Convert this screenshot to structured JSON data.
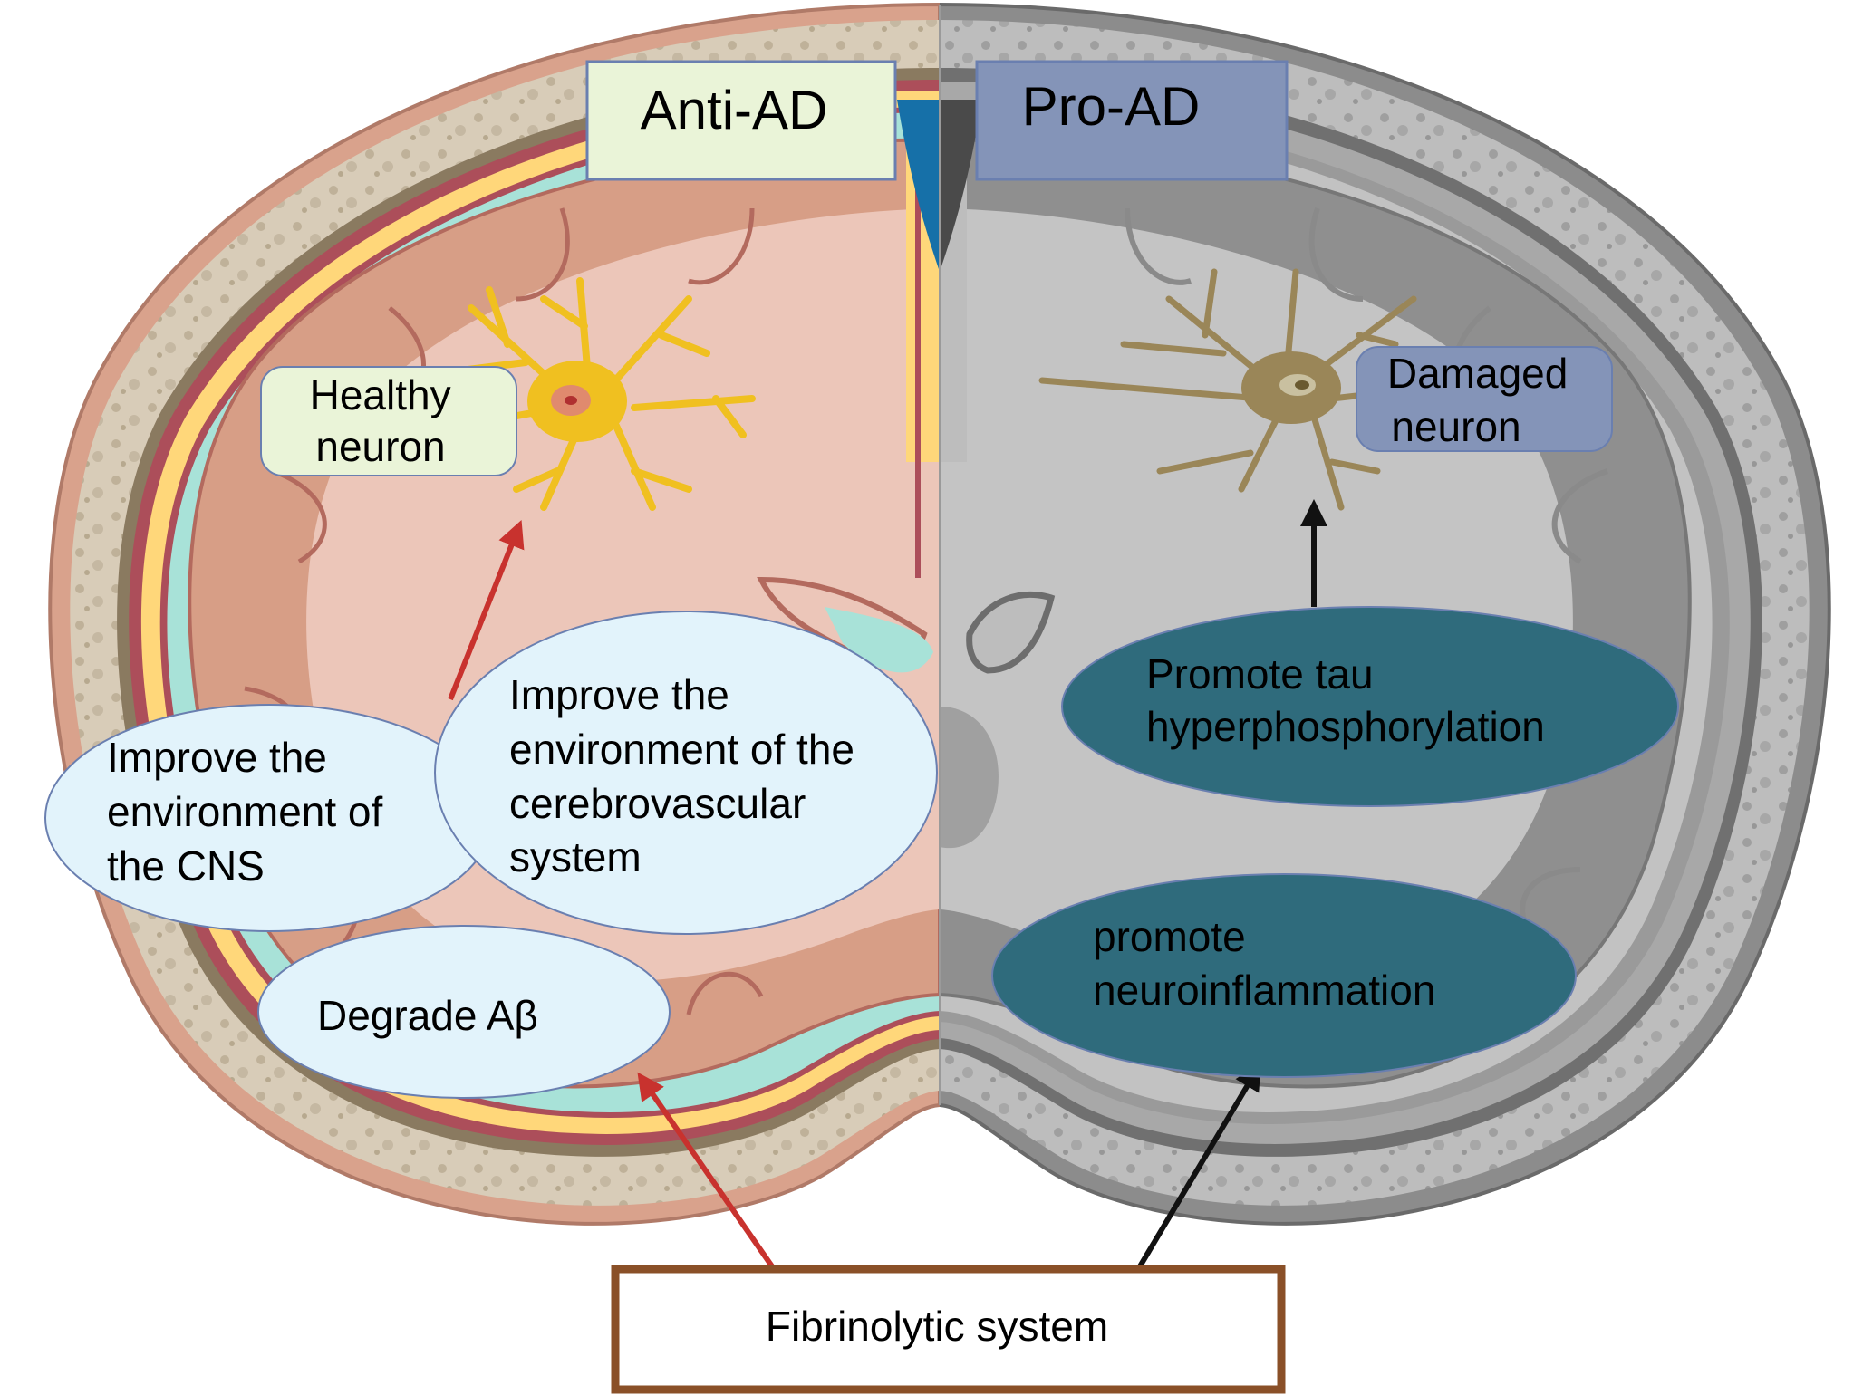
{
  "labels": {
    "anti_ad": "Anti-AD",
    "pro_ad": "Pro-AD",
    "healthy_neuron": [
      "Healthy",
      "neuron"
    ],
    "damaged_neuron": [
      "Damaged",
      "neuron"
    ],
    "improve_cns": [
      "Improve the",
      "environment of",
      "the CNS"
    ],
    "improve_cerebrovascular": [
      "Improve the",
      "environment of the",
      "cerebrovascular",
      "system"
    ],
    "degrade_abeta": "Degrade Aβ",
    "promote_tau": [
      "Promote tau",
      "hyperphosphorylation"
    ],
    "promote_neuroinflammation": [
      "promote",
      "neuroinflammation"
    ],
    "fibrinolytic_system": "Fibrinolytic system"
  },
  "colors": {
    "skull_left": "#d9a28c",
    "bone_left": "#d8ccb8",
    "csf_left": "#a8e2d8",
    "cortex_left": "#d79e86",
    "white_matter_left": "#ecc6b9",
    "vessel_left": "#ac4e5a",
    "dura_yellow": "#ffd77a",
    "skull_right": "#8c8c8c",
    "brain_right": "#b8b8b8",
    "white_matter_right": "#cbcbcb",
    "anti_box": "#eaf4d8",
    "pro_box": "#8494b8",
    "light_ellipse": "#e2f3fb",
    "dark_ellipse": "#2f6b7c",
    "arrow_red": "#c8322e",
    "arrow_black": "#111111",
    "fibrinolytic_border": "#8a5028",
    "neuron_healthy": "#f0c020",
    "neuron_damaged": "#9a8658"
  }
}
